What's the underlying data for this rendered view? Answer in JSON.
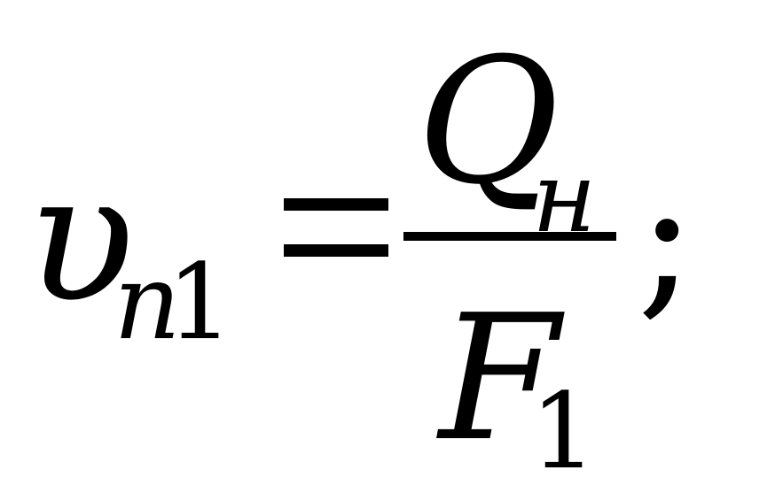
{
  "formula": {
    "lhs": {
      "symbol": "υ",
      "subscript_letter": "n",
      "subscript_digit": "1"
    },
    "operator": "=",
    "fraction": {
      "numerator_symbol": "Q",
      "numerator_subscript": "н",
      "denominator_symbol": "F",
      "denominator_subscript": "1"
    },
    "terminator": ";"
  }
}
